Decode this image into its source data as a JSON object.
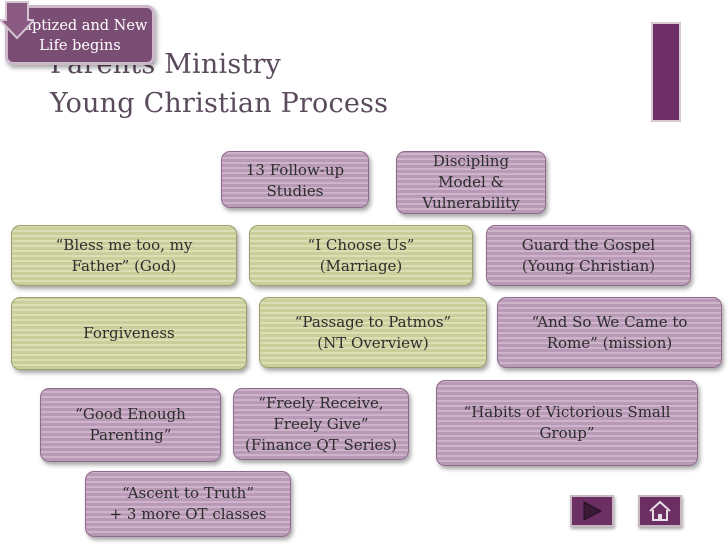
{
  "title": {
    "line1": "Parents Ministry",
    "line2": "Young Christian Process"
  },
  "badge": {
    "text": "Baptized and New\nLife begins"
  },
  "boxes": {
    "followup": "13 Follow-up\nStudies",
    "discipling": "Discipling\nModel &\nVulnerability",
    "bless": "“Bless me too, my\nFather” (God)",
    "choose": "“I Choose Us”\n(Marriage)",
    "guard": "Guard the Gospel\n(Young Christian)",
    "forgiveness": "Forgiveness",
    "patmos": "“Passage to Patmos”\n(NT Overview)",
    "rome": "“And So We Came to\nRome” (mission)",
    "parenting": "“Good Enough\nParenting”",
    "freely": "“Freely Receive,\nFreely Give”\n(Finance QT Series)",
    "habits": "“Habits of Victorious Small\nGroup”",
    "ascent": "“Ascent to Truth”\n+ 3 more OT classes"
  },
  "nav": {
    "next_icon": "play-arrow-icon",
    "home_icon": "home-icon"
  },
  "colors": {
    "accent": "#6b2f63",
    "green_box": "#d2d6a8",
    "purple_box": "#c3a7c0",
    "title": "#5a4a5c"
  }
}
